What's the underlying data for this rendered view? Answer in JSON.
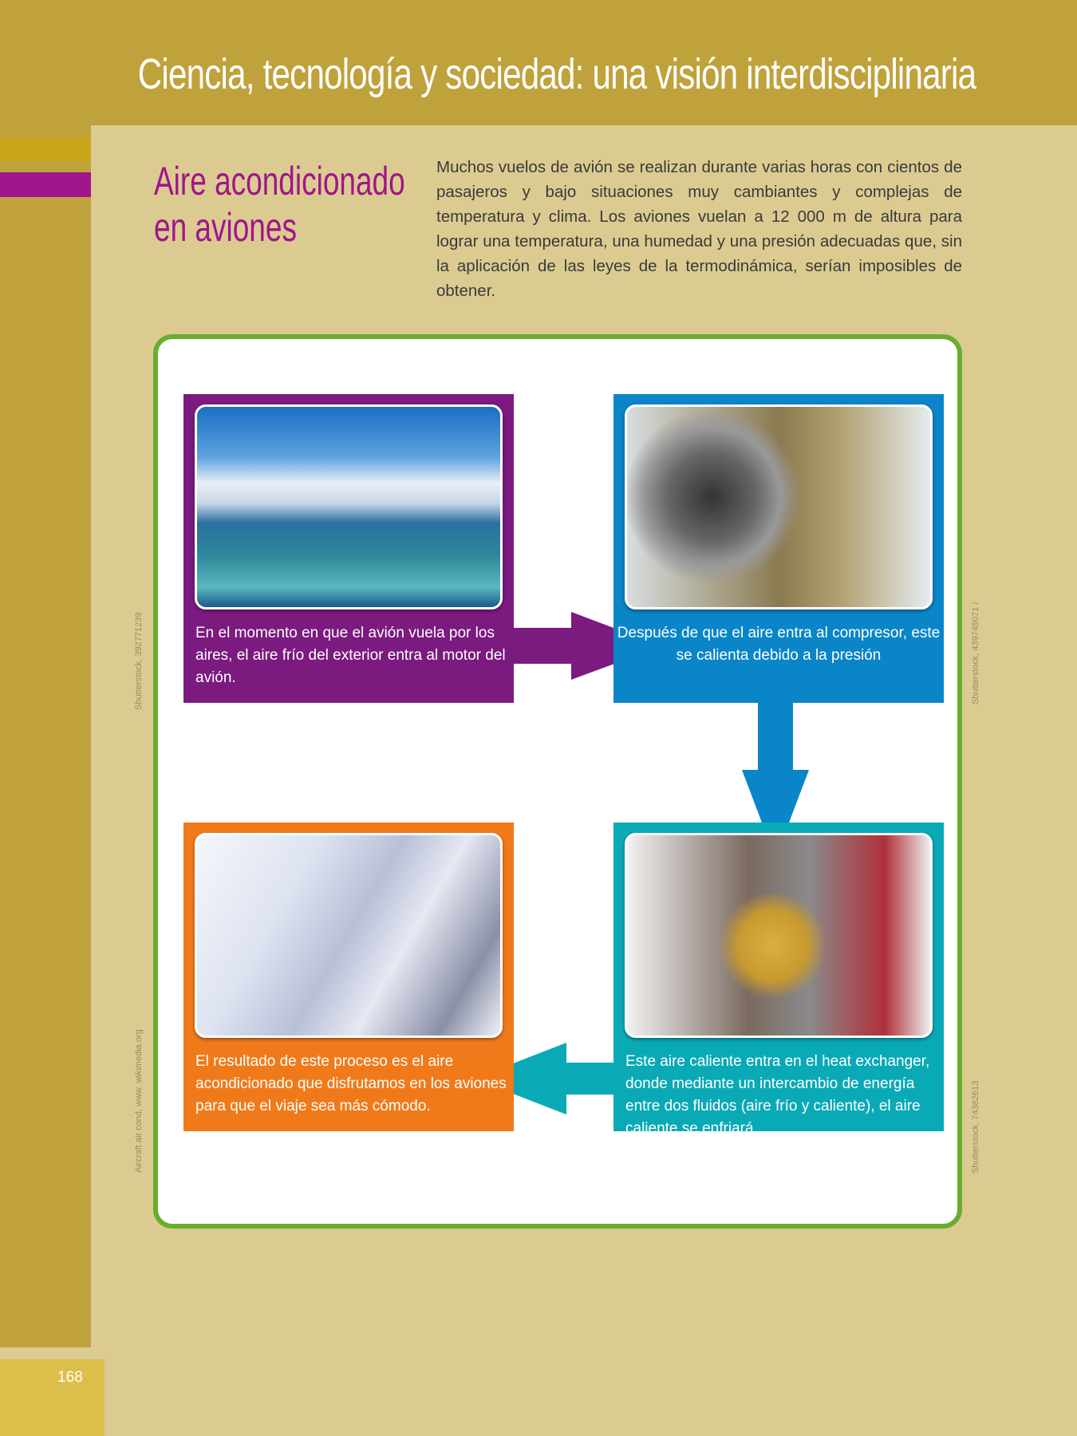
{
  "header": {
    "title": "Ciencia, tecnología y sociedad: una visión interdisciplinaria"
  },
  "section": {
    "title_line1": "Aire acondicionado",
    "title_line2": "en aviones",
    "intro": "Muchos vuelos de avión se realizan durante varias horas con cientos de pasajeros y bajo situaciones muy cambiantes y complejas de temperatura y clima. Los aviones vuelan a 12 000 m de altura para lograr una temperatura, una humedad y una presión adecuadas que, sin la aplicación de las leyes de la termodinámica, serían imposibles de obtener."
  },
  "steps": [
    {
      "text": "En el momento en que el avión vuela por los aires, el aire frío del exterior entra al motor del avión.",
      "color": "#7b1a7f",
      "credit": "Shutterstock, 392771239"
    },
    {
      "text": "Después de que el aire entra al compresor, este se calienta debido a la presión",
      "color": "#0a85c8",
      "credit": "Shutterstock, 439745071 /"
    },
    {
      "text": "Este aire caliente entra en el heat exchanger, donde mediante un intercambio de energía entre dos fluidos (aire frío y caliente), el aire caliente se enfriará.",
      "color": "#0aa9b6",
      "credit": "Shutterstock, 74382613"
    },
    {
      "text": "El resultado de este proceso es el aire acondicionado que disfrutamos en los aviones para que el viaje sea más cómodo.",
      "color": "#f07a1a",
      "credit": "Aircraft air cond, www. wikimedia.org"
    }
  ],
  "footer": {
    "page_number": "168"
  }
}
